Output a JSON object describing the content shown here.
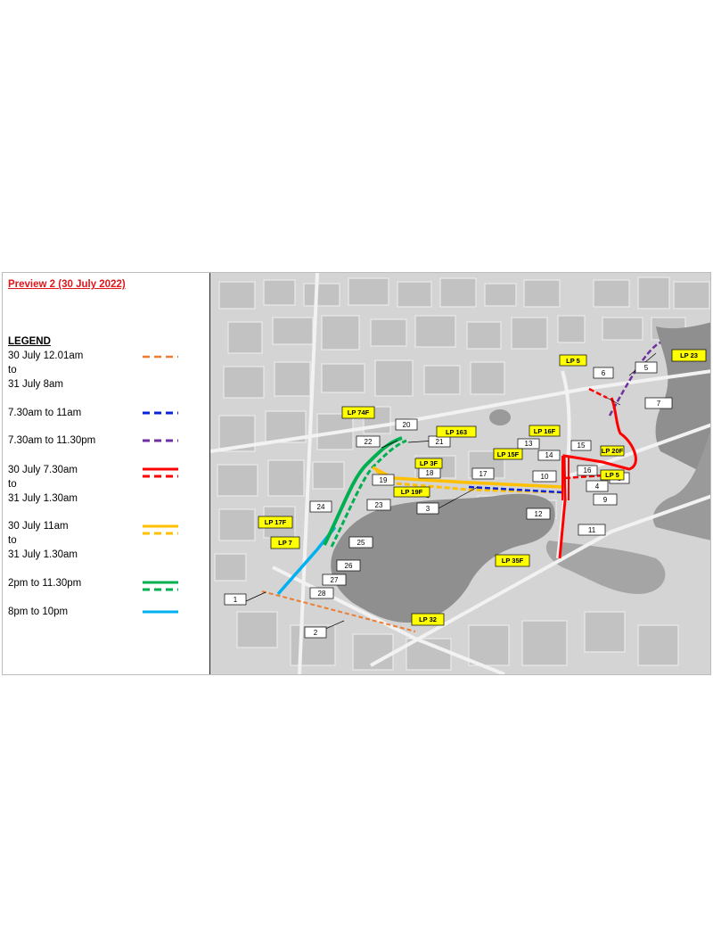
{
  "title": "Preview 2 (30 July 2022)",
  "legend": {
    "heading": "LEGEND",
    "items": [
      {
        "text": "30 July 12.01am\nto\n31 July 8am",
        "color": "#ed7d31",
        "style": "dashed-single"
      },
      {
        "text": "7.30am to 11am",
        "color": "#0b23d6",
        "style": "dashed-single"
      },
      {
        "text": "7.30am to 11.30pm",
        "color": "#7030a0",
        "style": "dashed-single"
      },
      {
        "text": "30 July 7.30am\nto\n31 July 1.30am",
        "color": "#ff0000",
        "style": "solid-dashed"
      },
      {
        "text": "30 July 11am\nto\n31 July 1.30am",
        "color": "#ffc000",
        "style": "solid-dashed"
      },
      {
        "text": "2pm to 11.30pm",
        "color": "#00b050",
        "style": "solid-dashed"
      },
      {
        "text": "8pm to 10pm",
        "color": "#00b0f0",
        "style": "solid-single"
      }
    ]
  },
  "map": {
    "number_labels": [
      "1",
      "2",
      "3",
      "4",
      "5",
      "6",
      "7",
      "8",
      "9",
      "10",
      "11",
      "12",
      "13",
      "14",
      "15",
      "16",
      "17",
      "18",
      "19",
      "20",
      "21",
      "22",
      "23",
      "24",
      "25",
      "26",
      "27",
      "28"
    ],
    "lp_labels": [
      "LP 5",
      "LP 23",
      "LP 74F",
      "LP 163",
      "LP 3F",
      "LP 15F",
      "LP 16F",
      "LP 20F",
      "LP 5",
      "LP 19F",
      "LP 17F",
      "LP 7",
      "LP 35F",
      "LP 32"
    ],
    "label_fill_yellow": "#ffff00",
    "water_color": "#8f8f8f",
    "land_color": "#d6d6d6"
  }
}
